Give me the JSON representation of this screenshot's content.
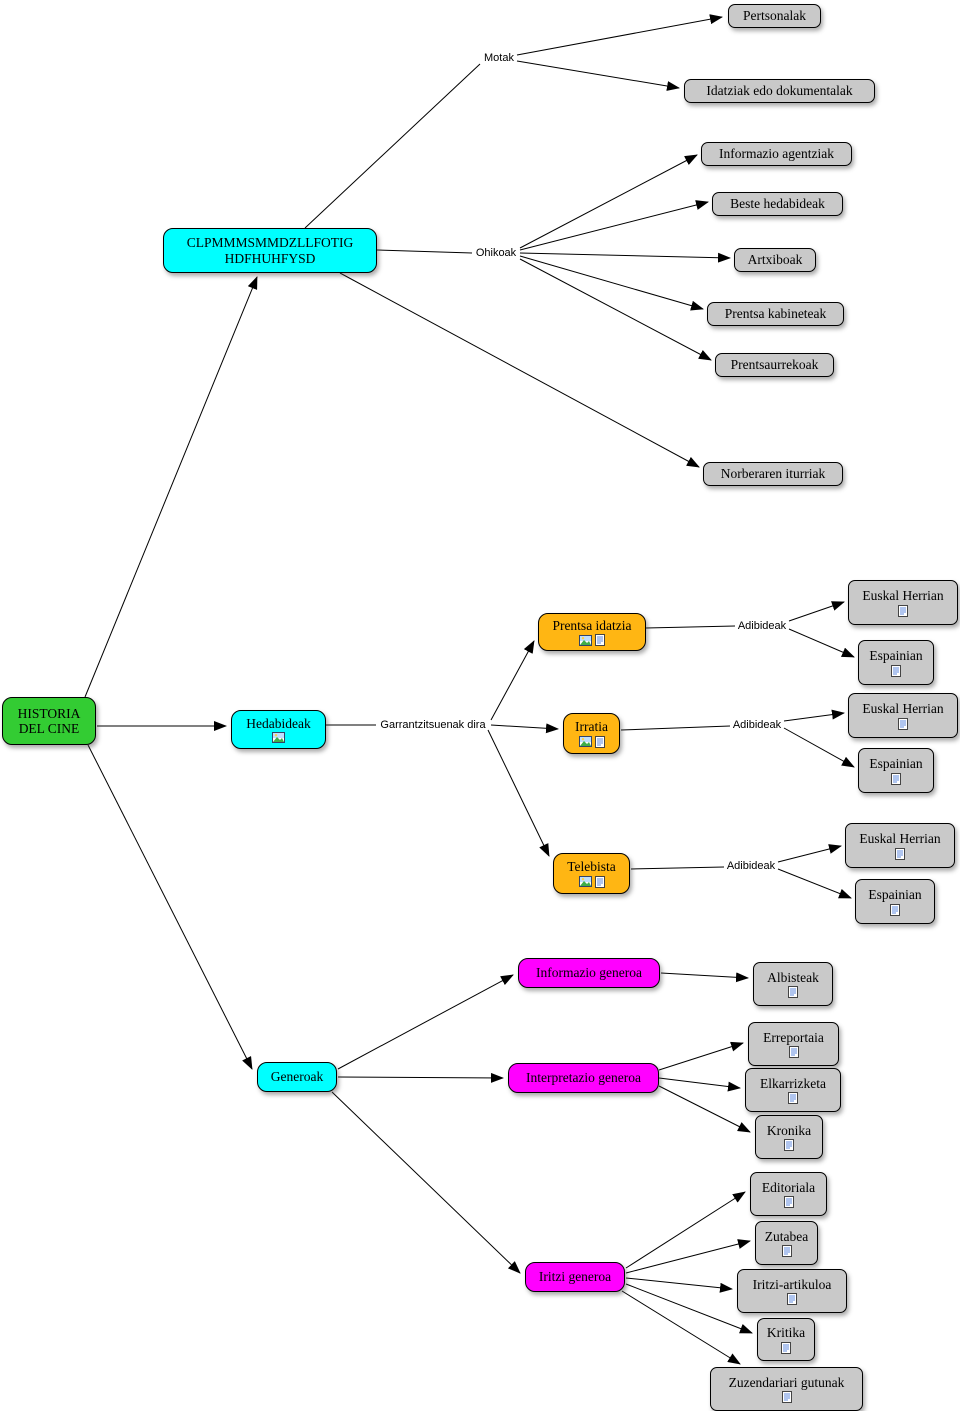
{
  "nodes": {
    "root": "HISTORIA DEL CINE",
    "sources_topic": "CLPMMMSMMDZLLFOTIG HDFHUHFYSD",
    "hedabideak": "Hedabideak",
    "generoak": "Generoak",
    "pertsonalak": "Pertsonalak",
    "idatziak": "Idatziak edo dokumentalak",
    "informazio_agentziak": "Informazio agentziak",
    "beste_hedabideak": "Beste hedabideak",
    "artxiboak": "Artxiboak",
    "prentsa_kabineteak": "Prentsa kabineteak",
    "prentsaurrekoak": "Prentsaurrekoak",
    "norberaren_iturriak": "Norberaren iturriak",
    "prentsa_idatzia": "Prentsa idatzia",
    "irratia": "Irratia",
    "telebista": "Telebista",
    "euskal_herrian_1": "Euskal Herrian",
    "espainian_1": "Espainian",
    "euskal_herrian_2": "Euskal Herrian",
    "espainian_2": "Espainian",
    "euskal_herrian_3": "Euskal Herrian",
    "espainian_3": "Espainian",
    "informazio_generoa": "Informazio generoa",
    "interpretazio_generoa": "Interpretazio generoa",
    "iritzi_generoa": "Iritzi generoa",
    "albisteak": "Albisteak",
    "erreportaia": "Erreportaia",
    "elkarrizketa": "Elkarrizketa",
    "kronika": "Kronika",
    "editoriala": "Editoriala",
    "zutabea": "Zutabea",
    "iritzi_artikuloa": "Iritzi-artikuloa",
    "kritika": "Kritika",
    "zuzendariari_gutunak": "Zuzendariari gutunak"
  },
  "edge_labels": {
    "motak": "Motak",
    "ohikoak": "Ohikoak",
    "garrantzitsuenak_dira": "Garrantzitsuenak dira",
    "adibideak_1": "Adibideak",
    "adibideak_2": "Adibideak",
    "adibideak_3": "Adibideak"
  },
  "icons": {
    "image": "image-icon",
    "document": "document-icon"
  },
  "colors": {
    "root_green": "#33cc33",
    "topic_cyan": "#00ffff",
    "media_orange": "#ffb613",
    "genre_magenta": "#ff00ff",
    "leaf_gray": "#c9c9c9",
    "edge_black": "#000000"
  }
}
